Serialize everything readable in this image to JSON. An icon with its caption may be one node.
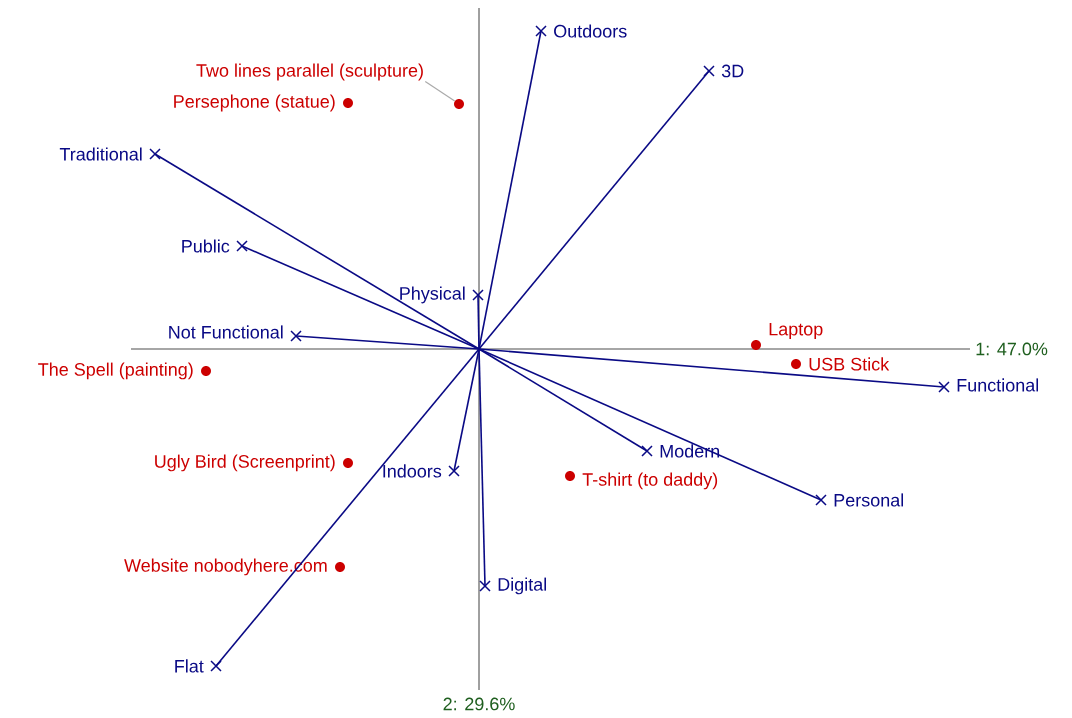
{
  "diagram": {
    "nodes": [
      {
        "text": [
          "Outdoors"
        ]
      },
      {
        "text": [
          "Two lines parallel (sculpture)"
        ]
      },
      {
        "text": [
          "3D"
        ]
      },
      {
        "text": [
          "Persephone (statue)"
        ]
      },
      {
        "text": [],
        "shape": "circle"
      },
      {
        "text": [
          "Traditional"
        ]
      },
      {
        "text": [
          "Public"
        ]
      },
      {
        "text": [
          "Physical"
        ]
      },
      {
        "text": [
          "Laptop"
        ]
      },
      {
        "text": [
          "Not Functional"
        ]
      },
      {
        "text": [
          "USB Stick"
        ]
      },
      {
        "text": [
          "The Spell (painting)"
        ]
      },
      {
        "text": [
          "Functional"
        ]
      },
      {
        "text": [
          "Modern"
        ]
      },
      {
        "text": [
          "Ugly Bird (Screenprint)"
        ]
      },
      {
        "text": [
          "Indoors"
        ]
      },
      {
        "text": [
          "T-shirt (to daddy)"
        ]
      },
      {
        "text": [
          "Personal"
        ]
      },
      {
        "text": [
          "Website nobodyhere.com"
        ]
      },
      {
        "text": [
          "Digital"
        ]
      },
      {
        "text": [
          "Flat"
        ]
      }
    ],
    "edges": [
      {
        "from": null,
        "to": 0,
        "arrow": "none"
      },
      {
        "from": null,
        "to": 2,
        "arrow": "none"
      },
      {
        "from": null,
        "to": 5,
        "arrow": "none"
      },
      {
        "from": null,
        "to": 6,
        "arrow": "none"
      },
      {
        "from": null,
        "to": 7,
        "arrow": "none"
      },
      {
        "from": null,
        "to": 9,
        "arrow": "none"
      },
      {
        "from": null,
        "to": 12,
        "arrow": "none"
      },
      {
        "from": null,
        "to": 13,
        "arrow": "none"
      },
      {
        "from": null,
        "to": 15,
        "arrow": "none"
      },
      {
        "from": null,
        "to": 17,
        "arrow": "none"
      },
      {
        "from": null,
        "to": 19,
        "arrow": "none"
      },
      {
        "from": null,
        "to": 20,
        "arrow": "none"
      },
      {
        "from": 1,
        "to": 4,
        "arrow": "none",
        "color": "#aaaaaa"
      }
    ],
    "labels": [
      "1: 47.0%",
      "2: 29.6%"
    ]
  }
}
